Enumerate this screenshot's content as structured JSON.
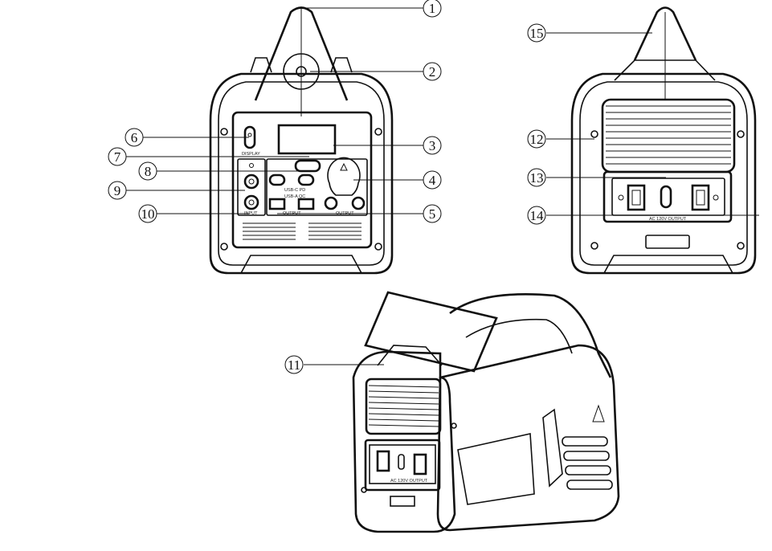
{
  "callouts": {
    "c1": "1",
    "c2": "2",
    "c3": "3",
    "c4": "4",
    "c5": "5",
    "c6": "6",
    "c7": "7",
    "c8": "8",
    "c9": "9",
    "c10": "10",
    "c11": "11",
    "c12": "12",
    "c13": "13",
    "c14": "14",
    "c15": "15"
  },
  "labels": {
    "display": "DISPLAY",
    "input": "INPUT",
    "usb_c": "USB-C PD",
    "usb_a": "USB-A QC",
    "output": "OUTPUT",
    "output2": "OUTPUT",
    "ac_output": "AC 120V OUTPUT",
    "ac_output_small": "AC 120V OUTPUT"
  },
  "colors": {
    "line": "#111111",
    "background": "#ffffff"
  }
}
